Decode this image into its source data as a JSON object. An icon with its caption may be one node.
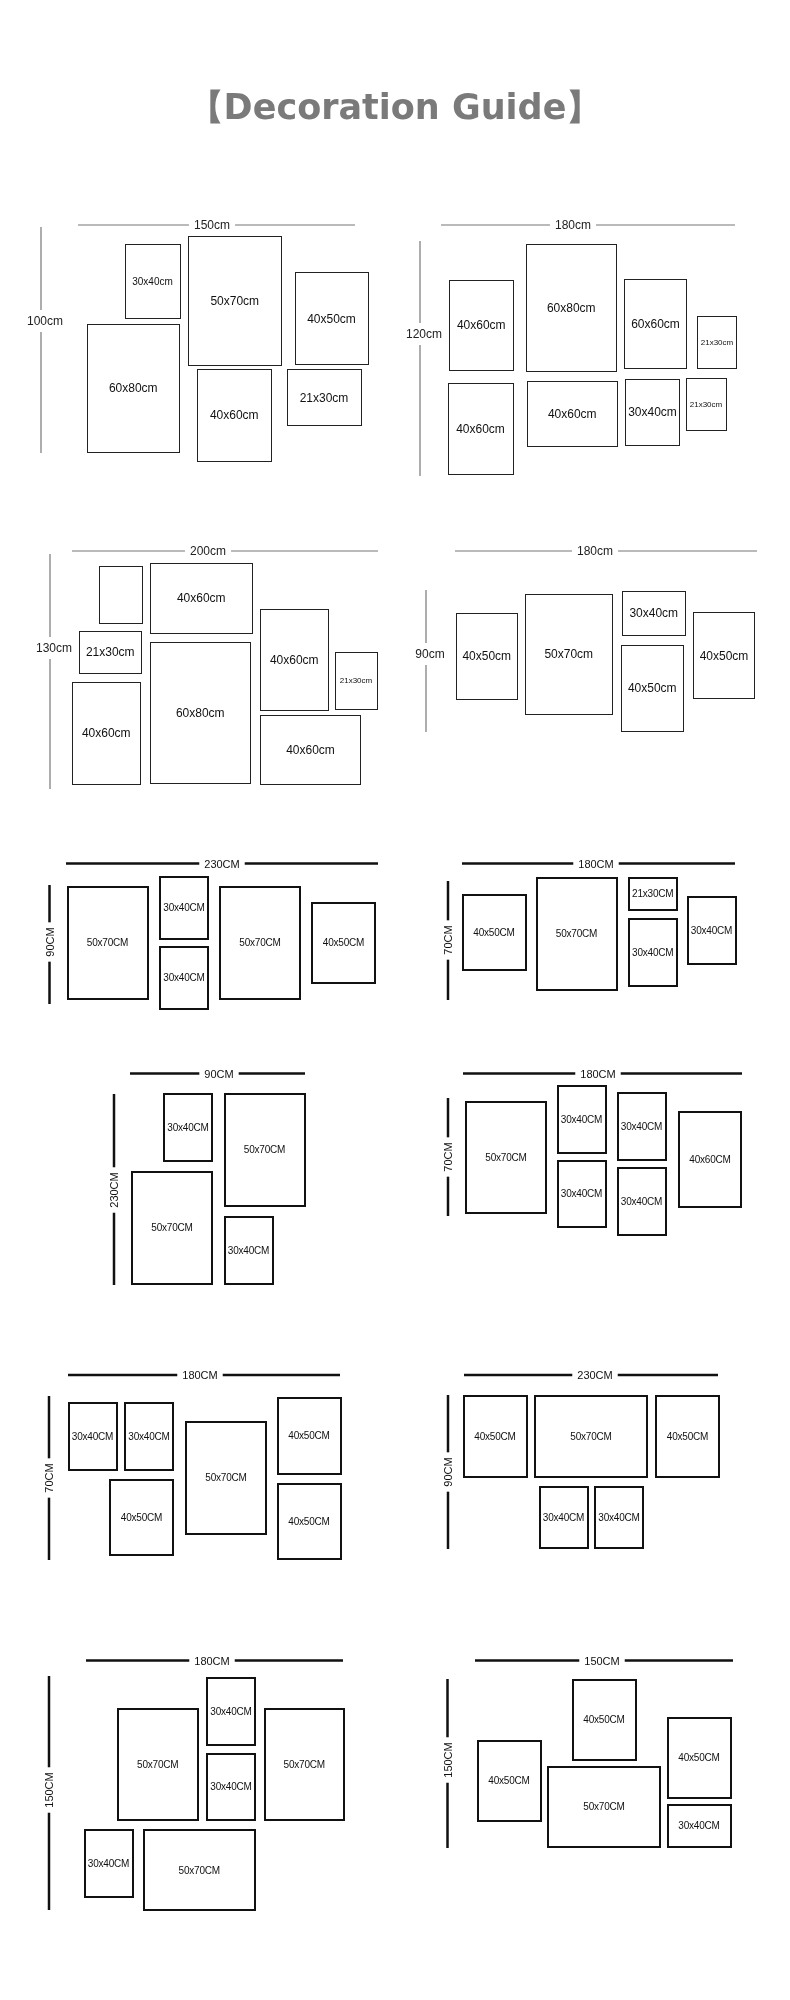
{
  "diagram": {
    "title": "【Decoration Guide】",
    "nodes": [
      {
        "text": [
          "30x40cm"
        ]
      },
      {
        "text": [
          "50x70cm"
        ]
      },
      {
        "text": [
          "40x50cm"
        ]
      },
      {
        "text": [
          "60x80cm"
        ]
      },
      {
        "text": [
          "40x60cm"
        ]
      },
      {
        "text": [
          "21x30cm"
        ]
      },
      {
        "text": [
          "40x60cm"
        ]
      },
      {
        "text": [
          "60x80cm"
        ]
      },
      {
        "text": [
          "60x60cm"
        ]
      },
      {
        "text": [
          "21x30cm"
        ]
      },
      {
        "text": [
          "40x60cm"
        ]
      },
      {
        "text": [
          "40x60cm"
        ]
      },
      {
        "text": [
          "30x40cm"
        ]
      },
      {
        "text": [
          "21x30cm"
        ]
      },
      {
        "text": [],
        "shape": "box"
      },
      {
        "text": [
          "40x60cm"
        ]
      },
      {
        "text": [
          "21x30cm"
        ]
      },
      {
        "text": [
          "60x80cm"
        ]
      },
      {
        "text": [
          "40x60cm"
        ]
      },
      {
        "text": [
          "21x30cm"
        ]
      },
      {
        "text": [
          "40x60cm"
        ]
      },
      {
        "text": [
          "40x60cm"
        ]
      },
      {
        "text": [
          "40x50cm"
        ]
      },
      {
        "text": [
          "50x70cm"
        ]
      },
      {
        "text": [
          "30x40cm"
        ]
      },
      {
        "text": [
          "40x50cm"
        ]
      },
      {
        "text": [
          "40x50cm"
        ]
      },
      {
        "text": [
          "50x70CM"
        ]
      },
      {
        "text": [
          "30x40CM"
        ]
      },
      {
        "text": [
          "30x40CM"
        ]
      },
      {
        "text": [
          "50x70CM"
        ]
      },
      {
        "text": [
          "40x50CM"
        ]
      },
      {
        "text": [
          "40x50CM"
        ]
      },
      {
        "text": [
          "50x70CM"
        ]
      },
      {
        "text": [
          "21x30CM"
        ]
      },
      {
        "text": [
          "30x40CM"
        ]
      },
      {
        "text": [
          "30x40CM"
        ]
      },
      {
        "text": [
          "30x40CM"
        ]
      },
      {
        "text": [
          "50x70CM"
        ]
      },
      {
        "text": [
          "50x70CM"
        ]
      },
      {
        "text": [
          "30x40CM"
        ]
      },
      {
        "text": [
          "50x70CM"
        ]
      },
      {
        "text": [
          "30x40CM"
        ]
      },
      {
        "text": [
          "30x40CM"
        ]
      },
      {
        "text": [
          "30x40CM"
        ]
      },
      {
        "text": [
          "30x40CM"
        ]
      },
      {
        "text": [
          "40x60CM"
        ]
      },
      {
        "text": [
          "30x40CM"
        ]
      },
      {
        "text": [
          "30x40CM"
        ]
      },
      {
        "text": [
          "40x50CM"
        ]
      },
      {
        "text": [
          "50x70CM"
        ]
      },
      {
        "text": [
          "40x50CM"
        ]
      },
      {
        "text": [
          "40x50CM"
        ]
      },
      {
        "text": [
          "40x50CM"
        ]
      },
      {
        "text": [
          "50x70CM"
        ]
      },
      {
        "text": [
          "40x50CM"
        ]
      },
      {
        "text": [
          "30x40CM"
        ]
      },
      {
        "text": [
          "30x40CM"
        ]
      },
      {
        "text": [
          "30x40CM"
        ]
      },
      {
        "text": [
          "50x70CM"
        ]
      },
      {
        "text": [
          "30x40CM"
        ]
      },
      {
        "text": [
          "50x70CM"
        ]
      },
      {
        "text": [
          "30x40CM"
        ]
      },
      {
        "text": [
          "50x70CM"
        ]
      },
      {
        "text": [
          "40x50CM"
        ]
      },
      {
        "text": [
          "40x50CM"
        ]
      },
      {
        "text": [
          "40x50CM"
        ]
      },
      {
        "text": [
          "50x70CM"
        ]
      },
      {
        "text": [
          "30x40CM"
        ]
      }
    ],
    "labels": [
      "150cm",
      "100cm",
      "180cm",
      "120cm",
      "200cm",
      "130cm",
      "180cm",
      "90cm",
      "230CM",
      "90CM",
      "180CM",
      "70CM",
      "90CM",
      "230CM",
      "180CM",
      "70CM",
      "180CM",
      "70CM",
      "230CM",
      "90CM",
      "180CM",
      "150CM",
      "150CM",
      "150CM"
    ]
  }
}
